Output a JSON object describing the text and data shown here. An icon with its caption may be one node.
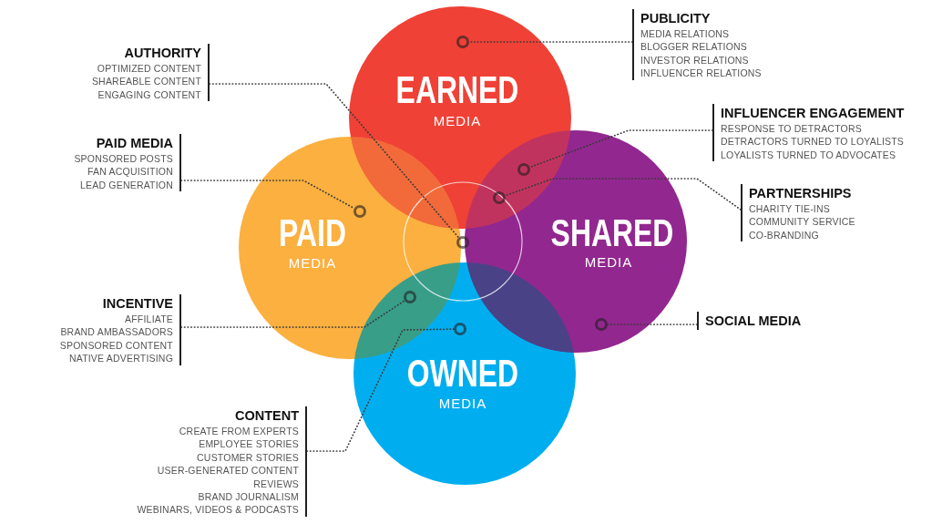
{
  "diagram": {
    "nodes": [
      {
        "text": [
          "EARNED",
          "MEDIA"
        ]
      },
      {
        "text": [
          "PAID",
          "MEDIA"
        ]
      },
      {
        "text": [
          "SHARED",
          "MEDIA"
        ]
      },
      {
        "text": [
          "OWNED",
          "MEDIA"
        ]
      },
      {
        "text": [
          "PUBLICITY",
          "MEDIA RELATIONS",
          "BLOGGER RELATIONS",
          "INVESTOR RELATIONS",
          "INFLUENCER RELATIONS"
        ]
      },
      {
        "text": [
          "AUTHORITY",
          "OPTIMIZED CONTENT",
          "SHAREABLE CONTENT",
          "ENGAGING CONTENT"
        ]
      },
      {
        "text": [
          "INFLUENCER ENGAGEMENT",
          "RESPONSE TO DETRACTORS",
          "DETRACTORS TURNED TO LOYALISTS",
          "LOYALISTS TURNED TO ADVOCATES"
        ]
      },
      {
        "text": [
          "PAID MEDIA",
          "SPONSORED POSTS",
          "FAN ACQUISITION",
          "LEAD GENERATION"
        ]
      },
      {
        "text": [
          "PARTNERSHIPS",
          "CHARITY TIE-INS",
          "COMMUNITY SERVICE",
          "CO-BRANDING"
        ]
      },
      {
        "text": [
          "INCENTIVE",
          "AFFILIATE",
          "BRAND AMBASSADORS",
          "SPONSORED CONTENT",
          "NATIVE ADVERTISING"
        ]
      },
      {
        "text": [
          "SOCIAL MEDIA"
        ]
      },
      {
        "text": [
          "CONTENT",
          "CREATE FROM EXPERTS",
          "EMPLOYEE STORIES",
          "CUSTOMER STORIES",
          "USER-GENERATED CONTENT",
          "REVIEWS",
          "BRAND JOURNALISM",
          "WEBINARS, VIDEOS & PODCASTS"
        ]
      },
      {
        "text": [],
        "shape": "circle",
        "in": 0
      },
      {
        "text": [],
        "shape": "circle"
      },
      {
        "text": [],
        "shape": "circle"
      },
      {
        "text": [],
        "shape": "circle"
      },
      {
        "text": [],
        "shape": "circle"
      },
      {
        "text": [],
        "shape": "circle"
      },
      {
        "text": [],
        "shape": "circle",
        "in": 2
      },
      {
        "text": [],
        "shape": "circle",
        "in": 3
      }
    ],
    "edges": [
      {
        "from": 4,
        "to": 12,
        "arrow": "none",
        "style": "dashed"
      },
      {
        "from": 5,
        "to": 16,
        "arrow": "none",
        "style": "dashed"
      },
      {
        "from": 6,
        "to": 13,
        "arrow": "none",
        "style": "dashed"
      },
      {
        "from": 7,
        "to": 15,
        "arrow": "none",
        "style": "dashed"
      },
      {
        "from": 8,
        "to": 14,
        "arrow": "none",
        "style": "dashed"
      },
      {
        "from": 9,
        "to": 17,
        "arrow": "none",
        "style": "dashed"
      },
      {
        "from": 10,
        "to": 18,
        "arrow": "none",
        "style": "dashed"
      },
      {
        "from": 11,
        "to": 19,
        "arrow": "none",
        "style": "dashed"
      }
    ]
  }
}
